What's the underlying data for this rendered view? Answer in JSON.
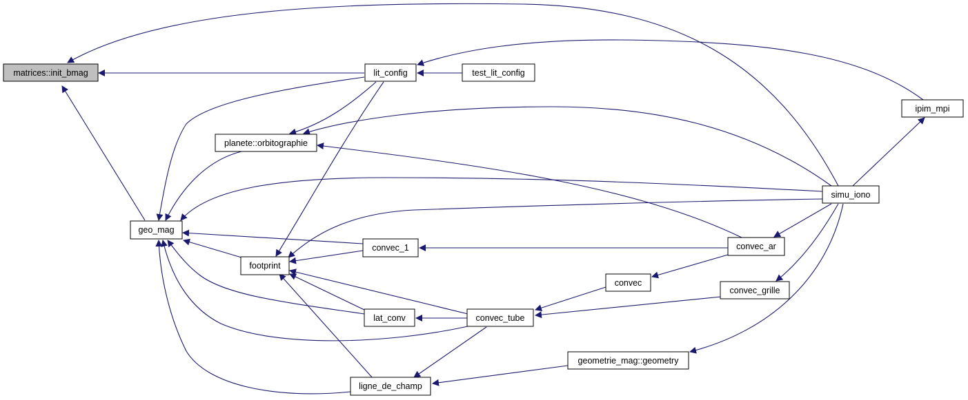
{
  "graph": {
    "title": "",
    "colors": {
      "edge": "#191970",
      "node_fill": "#ffffff",
      "root_fill": "#bfbfbf",
      "border": "#000000"
    },
    "nodes": [
      {
        "id": "init_bmag",
        "label": "matrices::init_bmag",
        "root": true
      },
      {
        "id": "lit_config",
        "label": "lit_config"
      },
      {
        "id": "test_lit_config",
        "label": "test_lit_config"
      },
      {
        "id": "ipim_mpi",
        "label": "ipim_mpi"
      },
      {
        "id": "orbitographie",
        "label": "planete::orbitographie"
      },
      {
        "id": "simu_iono",
        "label": "simu_iono"
      },
      {
        "id": "geo_mag",
        "label": "geo_mag"
      },
      {
        "id": "convec_1",
        "label": "convec_1"
      },
      {
        "id": "convec_ar",
        "label": "convec_ar"
      },
      {
        "id": "footprint",
        "label": "footprint"
      },
      {
        "id": "convec",
        "label": "convec"
      },
      {
        "id": "convec_grille",
        "label": "convec_grille"
      },
      {
        "id": "lat_conv",
        "label": "lat_conv"
      },
      {
        "id": "convec_tube",
        "label": "convec_tube"
      },
      {
        "id": "geometry",
        "label": "geometrie_mag::geometry"
      },
      {
        "id": "ligne_de_champ",
        "label": "ligne_de_champ"
      }
    ],
    "edges": [
      {
        "from": "lit_config",
        "to": "init_bmag"
      },
      {
        "from": "simu_iono",
        "to": "init_bmag"
      },
      {
        "from": "geo_mag",
        "to": "init_bmag"
      },
      {
        "from": "test_lit_config",
        "to": "lit_config"
      },
      {
        "from": "ipim_mpi",
        "to": "lit_config"
      },
      {
        "from": "simu_iono",
        "to": "ipim_mpi"
      },
      {
        "from": "lit_config",
        "to": "orbitographie"
      },
      {
        "from": "simu_iono",
        "to": "orbitographie"
      },
      {
        "from": "convec_ar",
        "to": "orbitographie"
      },
      {
        "from": "lit_config",
        "to": "geo_mag"
      },
      {
        "from": "orbitographie",
        "to": "geo_mag"
      },
      {
        "from": "simu_iono",
        "to": "geo_mag"
      },
      {
        "from": "convec_1",
        "to": "geo_mag"
      },
      {
        "from": "footprint",
        "to": "geo_mag"
      },
      {
        "from": "lat_conv",
        "to": "geo_mag"
      },
      {
        "from": "convec_tube",
        "to": "geo_mag"
      },
      {
        "from": "ligne_de_champ",
        "to": "geo_mag"
      },
      {
        "from": "lit_config",
        "to": "footprint"
      },
      {
        "from": "simu_iono",
        "to": "footprint"
      },
      {
        "from": "convec_1",
        "to": "footprint"
      },
      {
        "from": "lat_conv",
        "to": "footprint"
      },
      {
        "from": "convec_tube",
        "to": "footprint"
      },
      {
        "from": "ligne_de_champ",
        "to": "footprint"
      },
      {
        "from": "convec_ar",
        "to": "convec_1"
      },
      {
        "from": "simu_iono",
        "to": "convec_ar"
      },
      {
        "from": "convec_ar",
        "to": "convec"
      },
      {
        "from": "simu_iono",
        "to": "convec_grille"
      },
      {
        "from": "convec",
        "to": "convec_tube"
      },
      {
        "from": "convec_grille",
        "to": "convec_tube"
      },
      {
        "from": "convec_tube",
        "to": "lat_conv"
      },
      {
        "from": "simu_iono",
        "to": "geometry"
      },
      {
        "from": "geometry",
        "to": "ligne_de_champ"
      },
      {
        "from": "convec_tube",
        "to": "ligne_de_champ"
      }
    ]
  }
}
